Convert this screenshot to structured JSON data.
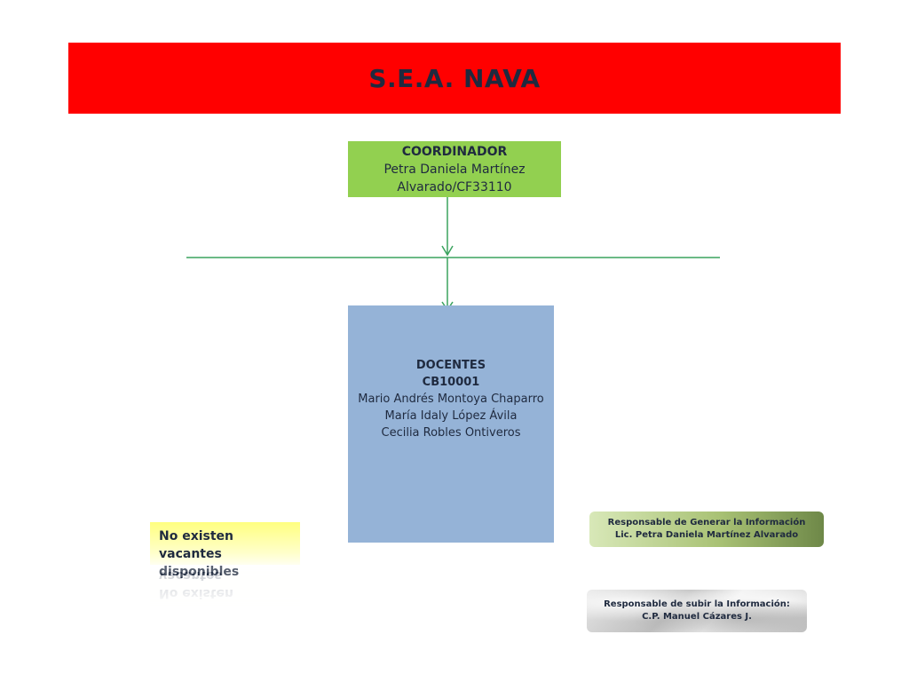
{
  "title": "S.E.A. NAVA",
  "coordinator": {
    "role": "COORDINADOR",
    "name_line1": "Petra Daniela Martínez",
    "name_line2": "Alvarado/CF33110"
  },
  "teachers": {
    "role": "DOCENTES",
    "code": "CB10001",
    "members": [
      "Mario Andrés Montoya Chaparro",
      "María  Idaly López Ávila",
      "Cecilia Robles Ontiveros"
    ]
  },
  "vacancies": {
    "line1": "No existen vacantes",
    "line2": "disponibles"
  },
  "responsible_generate": {
    "line1": "Responsable de Generar la Información",
    "line2": "Lic. Petra Daniela Martínez Alvarado"
  },
  "responsible_upload": {
    "line1": "Responsable de subir la Información:",
    "line2": "C.P. Manuel Cázares J."
  },
  "colors": {
    "title_bar": "#ff0000",
    "coordinator_box": "#92d050",
    "teachers_box": "#95b3d7",
    "connector": "#3aa35e"
  }
}
